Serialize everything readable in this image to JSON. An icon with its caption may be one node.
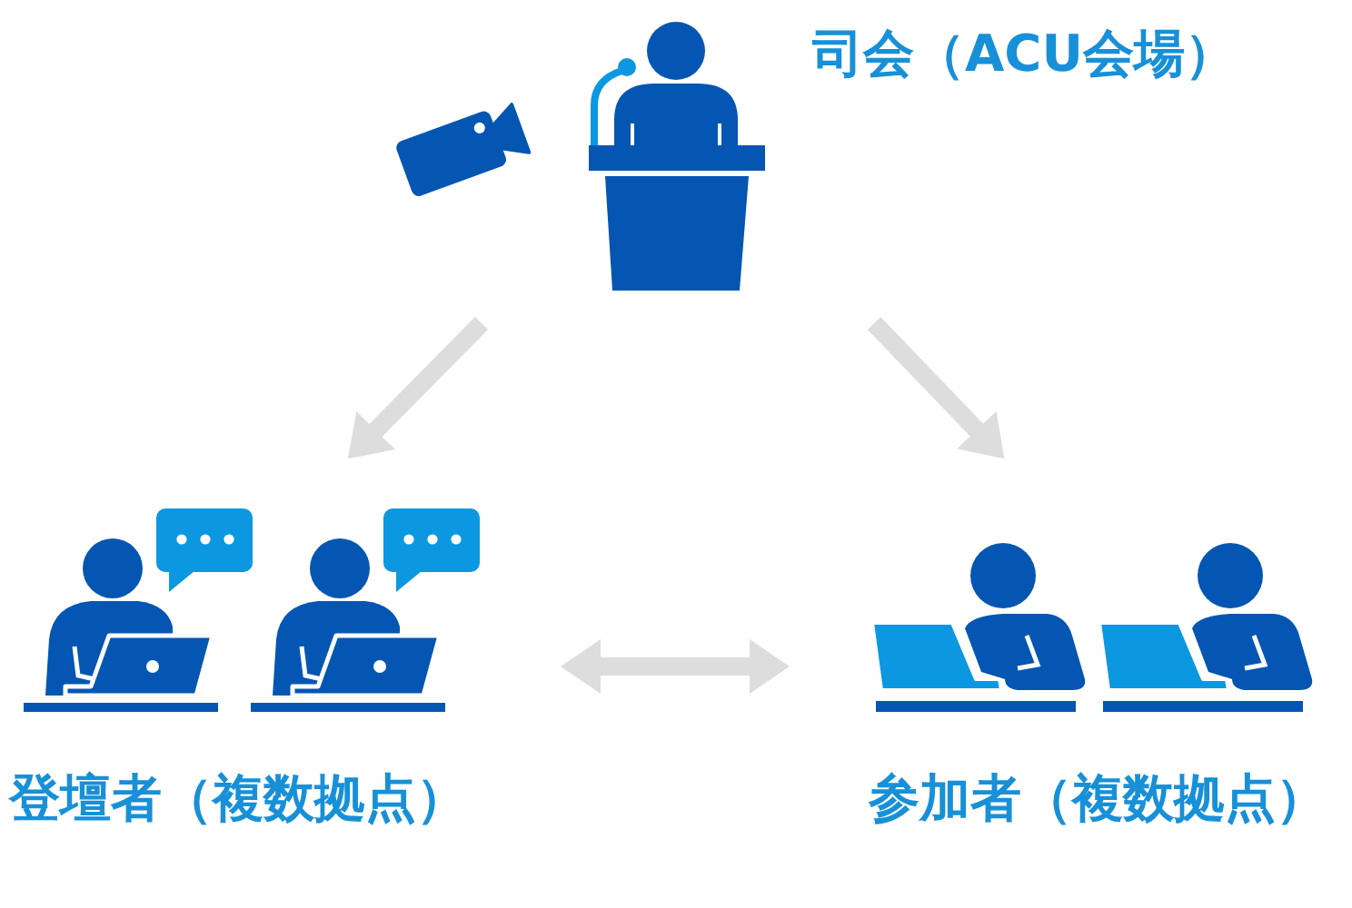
{
  "diagram": {
    "nodes": [
      {
        "text": [
          "司会（ACU会場）"
        ]
      },
      {
        "text": [
          "登壇者（複数拠点）"
        ]
      },
      {
        "text": [
          "参加者（複数拠点）"
        ]
      }
    ],
    "edges": [
      {
        "from": 0,
        "to": 1,
        "arrow": "to"
      },
      {
        "from": 0,
        "to": 2,
        "arrow": "to"
      },
      {
        "from": 1,
        "to": 2,
        "arrow": "both"
      }
    ]
  }
}
